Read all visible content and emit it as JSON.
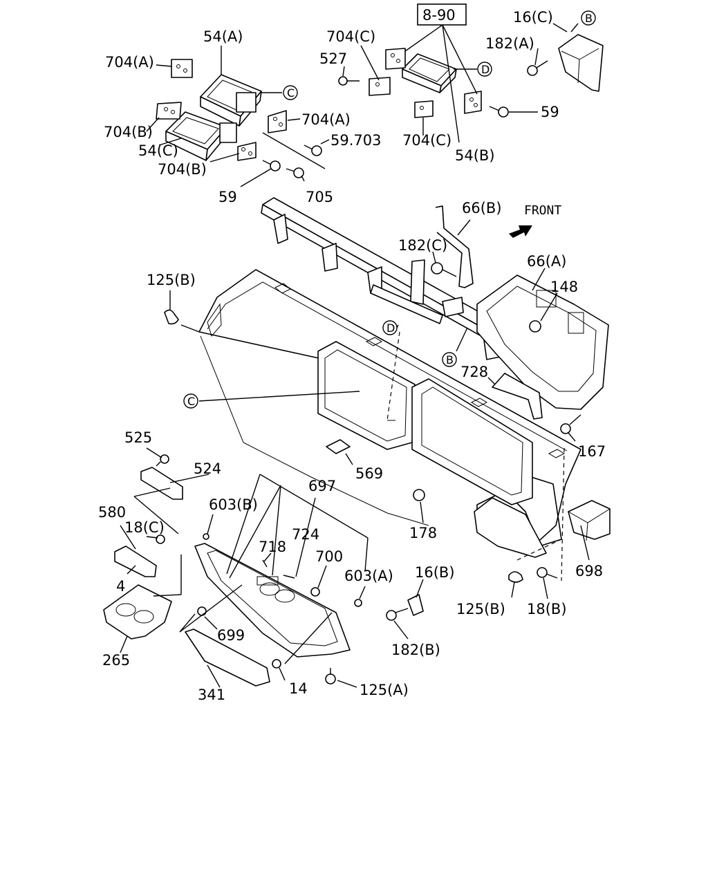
{
  "diagram": {
    "reference_box": "8-90",
    "front_label": "FRONT",
    "callouts": {
      "b_top": "B",
      "c_top": "C",
      "d_top": "D",
      "d_mid": "D",
      "b_mid": "B",
      "c_mid": "C"
    },
    "labels": {
      "p54a": "54(A)",
      "p704a_1": "704(A)",
      "p704c_1": "704(C)",
      "p527": "527",
      "p16c": "16(C)",
      "p182a": "182(A)",
      "p704b_1": "704(B)",
      "p54c": "54(C)",
      "p704a_2": "704(A)",
      "p59_703": "59.703",
      "p704c_2": "704(C)",
      "p59_1": "59",
      "p54b": "54(B)",
      "p704b_2": "704(B)",
      "p59_2": "59",
      "p705": "705",
      "p66b": "66(B)",
      "p182c": "182(C)",
      "p66a": "66(A)",
      "p125b_1": "125(B)",
      "p148": "148",
      "p728": "728",
      "p167": "167",
      "p525": "525",
      "p524": "524",
      "p569": "569",
      "p697": "697",
      "p603b": "603(B)",
      "p580": "580",
      "p18c": "18(C)",
      "p724": "724",
      "p718": "718",
      "p700": "700",
      "p178": "178",
      "p603a": "603(A)",
      "p16b": "16(B)",
      "p698": "698",
      "p4": "4",
      "p125b_2": "125(B)",
      "p18b": "18(B)",
      "p699": "699",
      "p182b": "182(B)",
      "p265": "265",
      "p14": "14",
      "p125a": "125(A)",
      "p341": "341"
    }
  }
}
